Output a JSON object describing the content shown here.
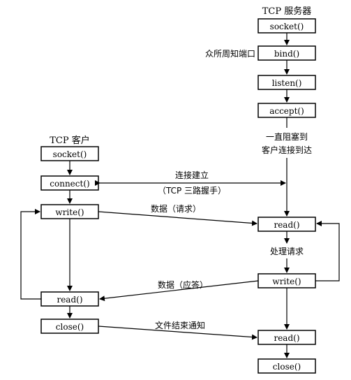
{
  "server": {
    "title": "TCP 服务器",
    "socket": "socket()",
    "bind": "bind()",
    "bind_note": "众所周知端口",
    "listen": "listen()",
    "accept": "accept()",
    "block_note_1": "一直阻塞到",
    "block_note_2": "客户连接到达",
    "read1": "read()",
    "process": "处理请求",
    "write": "write()",
    "read2": "read()",
    "close": "close()"
  },
  "client": {
    "title": "TCP 客户",
    "socket": "socket()",
    "connect": "connect()",
    "write": "write()",
    "read": "read()",
    "close": "close()"
  },
  "arrows": {
    "connect_label_1": "连接建立",
    "connect_label_2": "（TCP 三路握手）",
    "request": "数据（请求）",
    "reply": "数据（应答）",
    "eof": "文件结束通知"
  }
}
